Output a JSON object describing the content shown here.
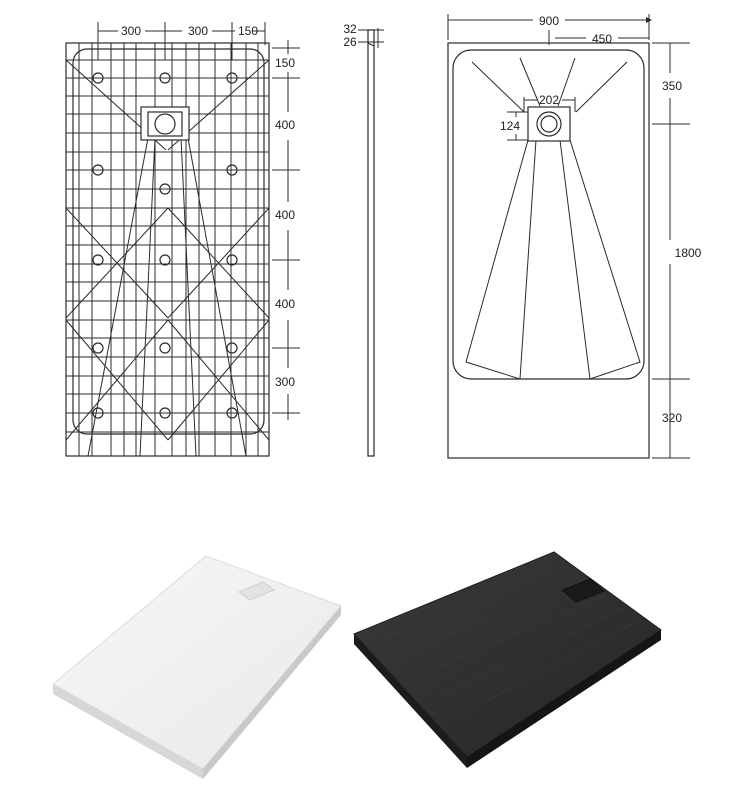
{
  "bottom_view": {
    "dim_top_1": "300",
    "dim_top_2": "300",
    "dim_top_3": "150",
    "dim_right_1": "150",
    "dim_right_2": "400",
    "dim_right_3": "400",
    "dim_right_4": "400",
    "dim_right_5": "300"
  },
  "side_view": {
    "dim_thickness_edge": "32",
    "dim_thickness_base": "26"
  },
  "top_view": {
    "dim_width": "900",
    "dim_half_width": "450",
    "dim_drain_width": "202",
    "dim_drain_height": "124",
    "dim_drain_offset": "350",
    "dim_length": "1800",
    "dim_bottom_margin": "320"
  },
  "colors": {
    "line": "#2b2b2b",
    "tray_white": "#f2f2f2",
    "tray_black": "#2e2e2e"
  }
}
